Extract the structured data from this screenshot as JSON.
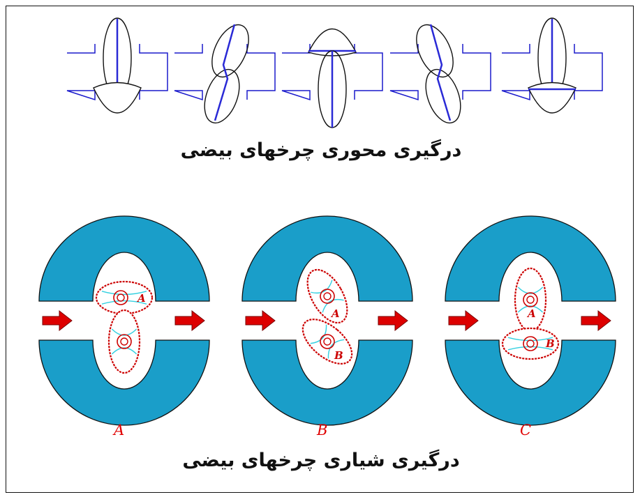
{
  "axial_section": {
    "title": "درگیری محوری چرخهای بیضی"
  },
  "radial_section": {
    "title": "درگیری شیاری چرخهای بیضی",
    "stages": [
      {
        "caption": "A",
        "labels": [
          "A"
        ]
      },
      {
        "caption": "B",
        "labels": [
          "A",
          "B"
        ]
      },
      {
        "caption": "C",
        "labels": [
          "A",
          "B"
        ]
      }
    ]
  },
  "colors": {
    "housing_outline": "#1a1acc",
    "shaft": "#2a2ad6",
    "casing_fill": "#1a9ec9",
    "arrow_fill": "#dd0000",
    "gear_outline": "#cc0000",
    "gear_hatch": "#33d0e0",
    "caption_text": "#e00000"
  }
}
